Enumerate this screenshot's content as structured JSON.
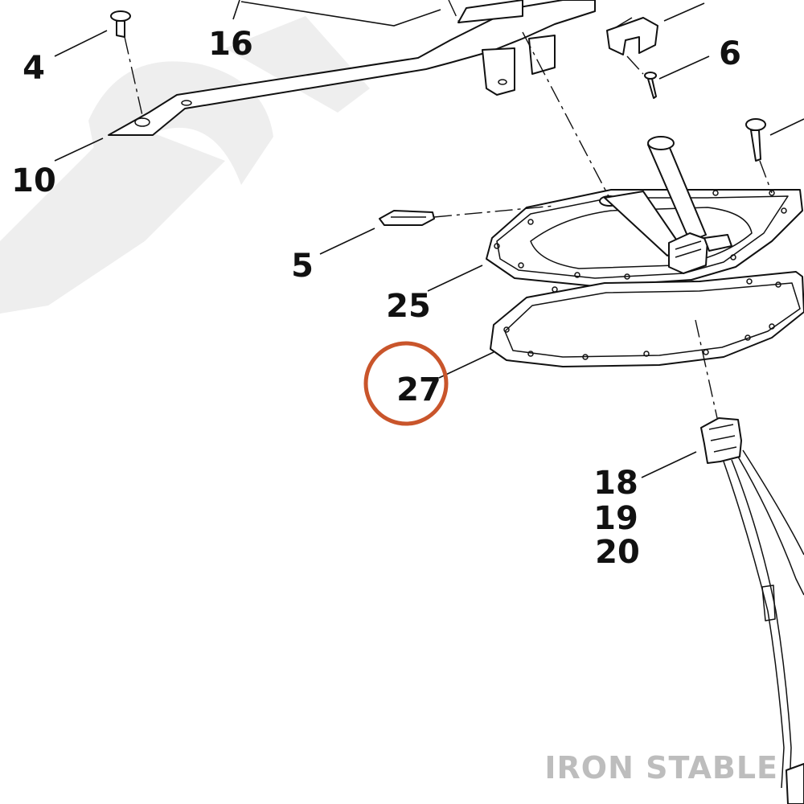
{
  "callouts": [
    {
      "id": "4",
      "label": "4"
    },
    {
      "id": "16",
      "label": "16"
    },
    {
      "id": "6",
      "label": "6"
    },
    {
      "id": "10",
      "label": "10"
    },
    {
      "id": "5",
      "label": "5"
    },
    {
      "id": "25",
      "label": "25"
    },
    {
      "id": "27",
      "label": "27"
    },
    {
      "id": "18",
      "label": "18"
    },
    {
      "id": "19",
      "label": "19"
    },
    {
      "id": "20",
      "label": "20"
    }
  ],
  "highlight": {
    "target": "27",
    "color": "#c9552b"
  },
  "brand": {
    "text": "IRON STABLE",
    "color": "#bdbdbd"
  }
}
